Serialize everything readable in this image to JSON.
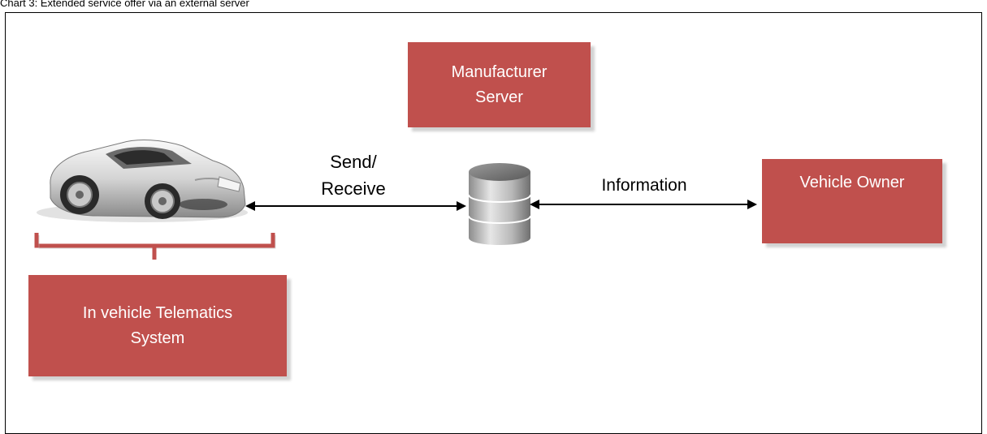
{
  "caption": "Chart 3: Extended service offer via an external server",
  "nodes": {
    "manufacturer": {
      "line1": "Manufacturer",
      "line2": "Server"
    },
    "owner": {
      "label": "Vehicle Owner"
    },
    "telematics": {
      "line1": "In vehicle Telematics",
      "line2": "System"
    }
  },
  "edges": {
    "car_to_server": {
      "line1": "Send/",
      "line2": "Receive"
    },
    "server_to_owner": {
      "label": "Information"
    }
  },
  "colors": {
    "box_fill": "#c0504d",
    "box_text": "#ffffff",
    "brace": "#c0504d"
  },
  "icons": {
    "vehicle": "sports-car-icon",
    "server": "database-cylinder-icon"
  }
}
